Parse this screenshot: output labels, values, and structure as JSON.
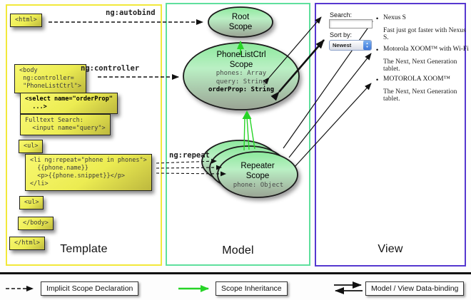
{
  "labels": {
    "template": "Template",
    "model": "Model",
    "view": "View",
    "ng_autobind": "ng:autobind",
    "ng_controller": "ng:controller",
    "ng_repeat": "ng:repeat"
  },
  "template_boxes": {
    "html_open": "<html>",
    "body_open": "<body\n ng:controller=\n \"PhoneListCtrl\">",
    "select": "<select name=\"orderProp\"\n  ...>",
    "fulltext": "Fulltext Search:\n  <input name=\"query\">",
    "ul_open": "<ul>",
    "li_repeat": "<li ng:repeat=\"phone in phones\">\n  {{phone.name}}\n  <p>{{phone.snippet}}</p>\n</li>",
    "ul_close": "<ul>",
    "body_close": "</body>",
    "html_close": "</html>"
  },
  "model": {
    "root_scope": {
      "title": "Root\nScope"
    },
    "phonelist_scope": {
      "title": "PhoneListCtrl\nScope",
      "prop1": "phones: Array",
      "prop2": "query: String",
      "prop3": "orderProp: String"
    },
    "repeater_scope": {
      "title": "Repeater\nScope",
      "prop": "phone: Object"
    }
  },
  "view": {
    "search_label": "Search:",
    "search_value": "",
    "sort_label": "Sort by:",
    "sort_value": "Newest",
    "bullet": "•",
    "items": [
      {
        "title": "Nexus S",
        "desc": "Fast just got faster with Nexus S."
      },
      {
        "title": "Motorola XOOM™ with Wi-Fi",
        "desc": "The Next, Next Generation tablet."
      },
      {
        "title": "MOTOROLA XOOM™",
        "desc": "The Next, Next Generation tablet."
      }
    ]
  },
  "legend": {
    "implicit": "Implicit Scope Declaration",
    "inheritance": "Scope Inheritance",
    "databinding": "Model / View Data-binding"
  },
  "colors": {
    "template_border": "#f2e83a",
    "model_border": "#5fdf9d",
    "view_border": "#5638d0",
    "scope_fill_top": "#8ce89c",
    "scope_fill_bottom": "#9aa394",
    "inheritance_green": "#27d427",
    "code_box_yellow": "#ecec52"
  }
}
